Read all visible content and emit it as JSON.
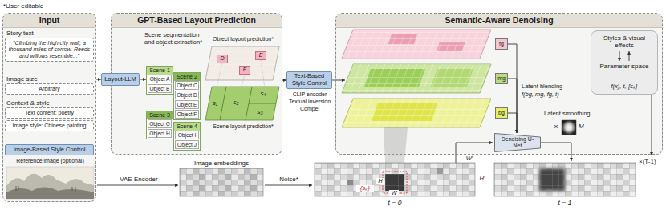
{
  "diagram": {
    "nodes": [
      {
        "text": [
          "Input"
        ]
      },
      {
        "text": [
          "Story text",
          "\"Climbing the high city wall, a thousand miles of sorrow. Reeds and willows resemble...\""
        ],
        "in": 0
      },
      {
        "text": [
          "Image size",
          "Arbitrary"
        ],
        "in": 0
      },
      {
        "text": [
          "Context & style",
          "Text content: poetry",
          "Image style: Chinese painting"
        ],
        "in": 0
      },
      {
        "text": [
          "Image-Based Style Control"
        ],
        "in": 0
      },
      {
        "text": [
          "GPT-Based Layout Prediction"
        ]
      },
      {
        "text": [
          "Layout-LLM"
        ]
      },
      {
        "text": [
          "Scene 1"
        ],
        "in": 5
      },
      {
        "text": [
          "Object A"
        ],
        "in": 7
      },
      {
        "text": [
          "Object B"
        ],
        "in": 7
      },
      {
        "text": [
          "Scene 2"
        ],
        "in": 5
      },
      {
        "text": [
          "Object C"
        ],
        "in": 10
      },
      {
        "text": [
          "Object D"
        ],
        "in": 10
      },
      {
        "text": [
          "Object E"
        ],
        "in": 10
      },
      {
        "text": [
          "Object F"
        ],
        "in": 10
      },
      {
        "text": [
          "Scene 3"
        ],
        "in": 5
      },
      {
        "text": [
          "Object G"
        ],
        "in": 15
      },
      {
        "text": [
          "Object H"
        ],
        "in": 15
      },
      {
        "text": [
          "Scene 4"
        ],
        "in": 5
      },
      {
        "text": [
          "Object I"
        ],
        "in": 18
      },
      {
        "text": [
          "Object J"
        ],
        "in": 18
      },
      {
        "text": [
          "D"
        ],
        "in": 5
      },
      {
        "text": [
          "E"
        ],
        "in": 5
      },
      {
        "text": [
          "F"
        ],
        "in": 5
      },
      {
        "text": [
          "s₁"
        ],
        "in": 5
      },
      {
        "text": [
          "s₂"
        ],
        "in": 5
      },
      {
        "text": [
          "s₃"
        ],
        "in": 5
      },
      {
        "text": [
          "s₄"
        ],
        "in": 5
      },
      {
        "text": [
          "Text-Based Style Control"
        ]
      },
      {
        "text": [
          "Semantic-Aware Denoising"
        ]
      },
      {
        "text": [
          "fg"
        ],
        "in": 29
      },
      {
        "text": [
          "mg"
        ],
        "in": 29
      },
      {
        "text": [
          "bg"
        ],
        "in": 29
      },
      {
        "text": [
          "Denoising U-Net"
        ],
        "in": 29
      },
      {
        "text": [
          "Styles & visual effects",
          "Parameter space",
          "f(x), t, {sₖ}"
        ],
        "in": 29
      }
    ],
    "edges": [
      {
        "from": 0,
        "to": 6,
        "arrow": "to"
      },
      {
        "from": 6,
        "to": 7,
        "arrow": "to"
      },
      {
        "from": 5,
        "to": 28,
        "arrow": "to"
      },
      {
        "from": 30,
        "to": 33,
        "arrow": "to"
      },
      {
        "from": 31,
        "to": 33,
        "arrow": "to"
      },
      {
        "from": 32,
        "to": 33,
        "arrow": "to"
      }
    ],
    "labels": [
      "*User editable",
      "Reference image (optional)",
      "Scene segmentation and object extraction*",
      "Object layout prediction*",
      "Scene layout prediction*",
      "CLIP encoder",
      "Textual inversion",
      "Compel",
      "Latent blending",
      "f(bg, mg, fg, t)",
      "Latent smoothing",
      "×",
      "M",
      "×(T-1)",
      "VAE Encoder",
      "Image embeddings",
      "Noise*",
      "W′",
      "H′",
      "H",
      "W",
      "{sₖ}",
      "t = 0",
      "t = 1"
    ]
  }
}
